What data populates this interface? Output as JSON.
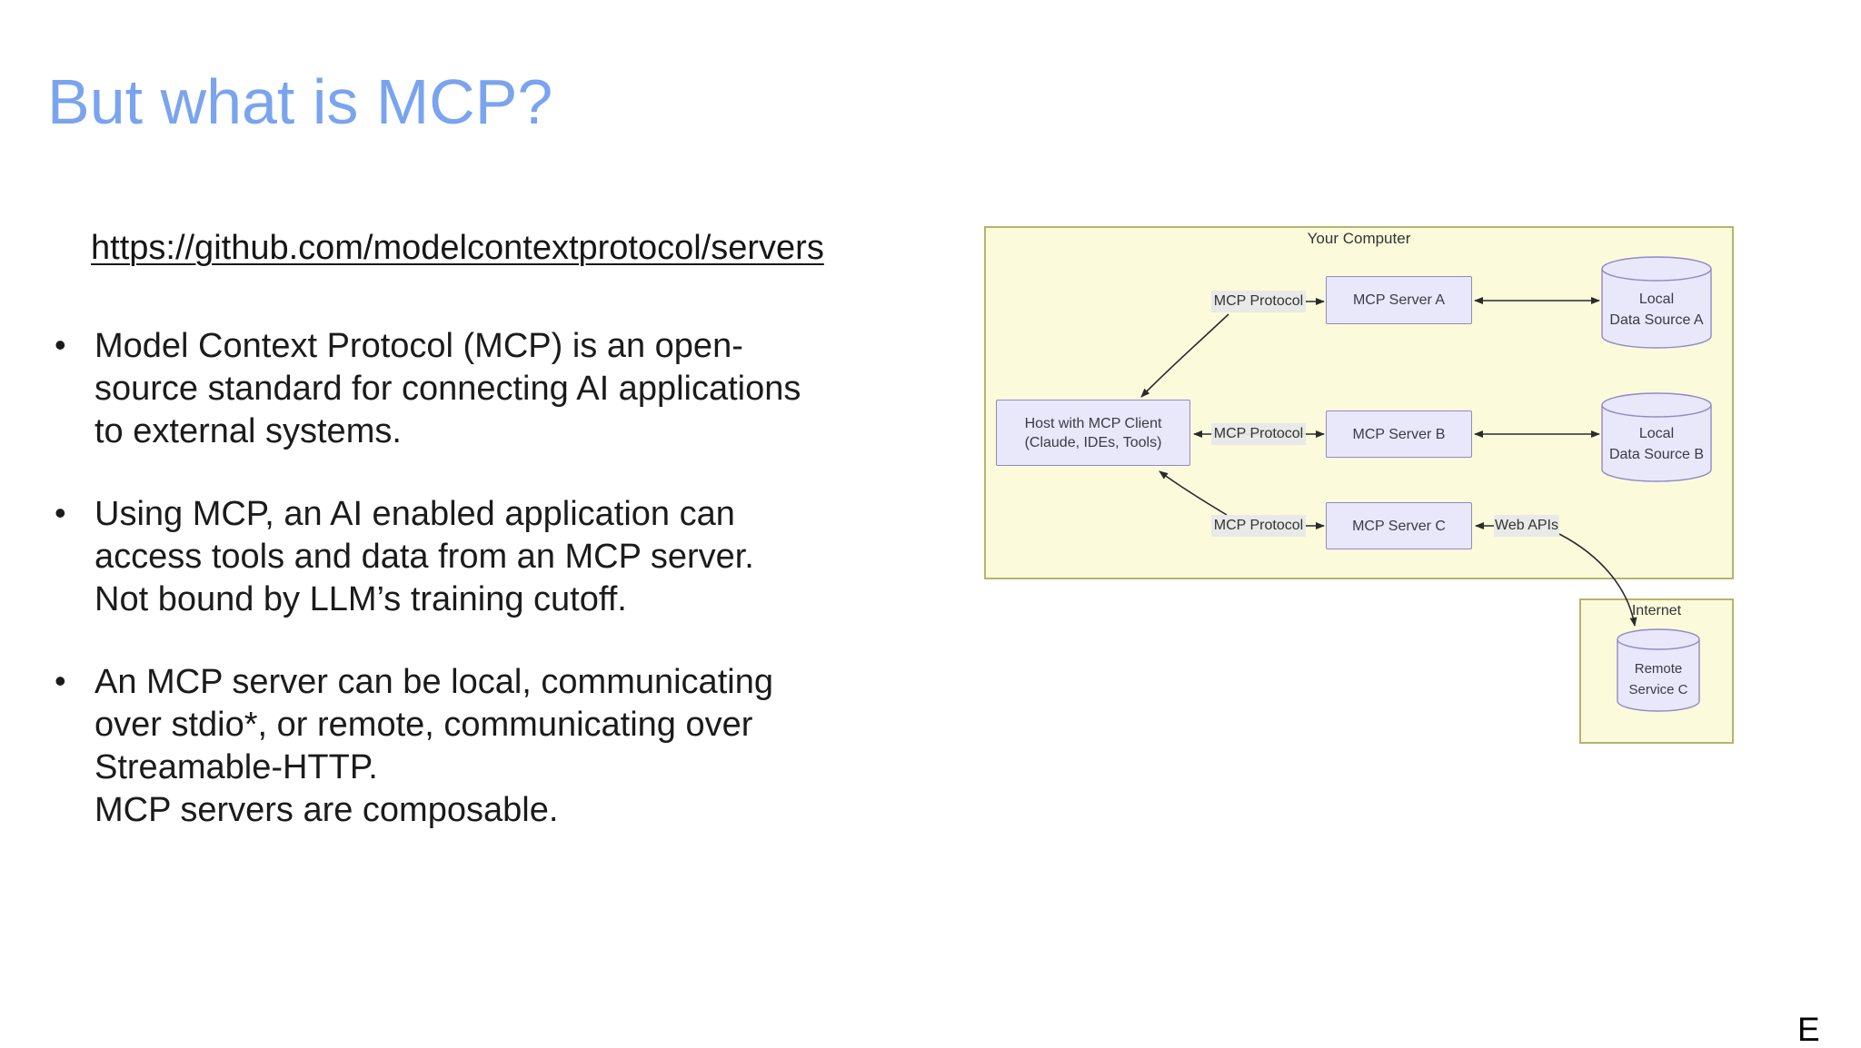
{
  "slide": {
    "title": "But what is MCP?",
    "link": "https://github.com/modelcontextprotocol/servers",
    "bullets": [
      {
        "lines": [
          "Model Context Protocol (MCP) is an open-",
          "source standard for connecting AI applications",
          "to external systems."
        ]
      },
      {
        "lines": [
          "Using MCP, an AI enabled application can",
          "access tools and data from an MCP server.",
          "Not bound by LLM’s training cutoff."
        ]
      },
      {
        "lines": [
          "An MCP server can be local, communicating",
          "over stdio*, or remote, communicating over",
          "Streamable-HTTP.",
          "MCP servers are composable."
        ]
      }
    ],
    "footer_letter": "E"
  },
  "diagram": {
    "your_computer_label": "Your Computer",
    "internet_label": "Internet",
    "host_box": {
      "line1": "Host with MCP Client",
      "line2": "(Claude, IDEs, Tools)"
    },
    "servers": [
      "MCP Server A",
      "MCP Server B",
      "MCP Server C"
    ],
    "protocol_labels": [
      "MCP Protocol",
      "MCP Protocol",
      "MCP Protocol"
    ],
    "web_apis_label": "Web APIs",
    "data_sources": [
      {
        "line1": "Local",
        "line2": "Data Source A"
      },
      {
        "line1": "Local",
        "line2": "Data Source B"
      }
    ],
    "remote_service": {
      "line1": "Remote",
      "line2": "Service C"
    },
    "colors": {
      "title_blue": "#7AA4EE",
      "container_fill": "#FBFBDC",
      "container_border": "#B4B56C",
      "node_fill": "#E9E7FA",
      "node_border": "#9289C6",
      "protocol_label_bg": "#E8E8E8",
      "arrow": "#2B2B2B",
      "body_text": "#1B1B1B"
    }
  }
}
